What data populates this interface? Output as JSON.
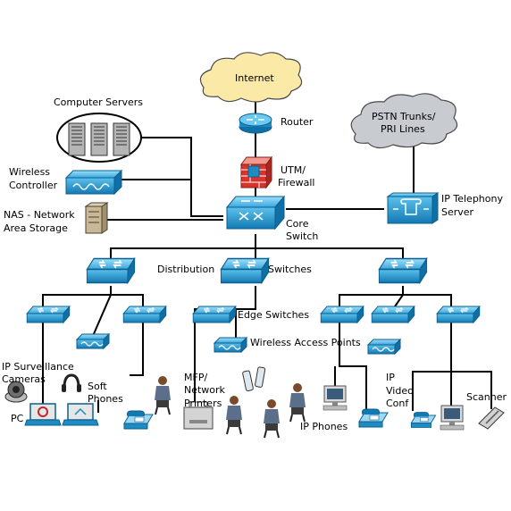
{
  "labels": {
    "internet": "Internet",
    "router": "Router",
    "pstn_1": "PSTN Trunks/",
    "pstn_2": "PRI Lines",
    "computer_servers": "Computer Servers",
    "wireless_1": "Wireless",
    "wireless_2": "Controller",
    "utm_1": "UTM/",
    "utm_2": "Firewall",
    "nas_1": "NAS - Network",
    "nas_2": "Area Storage",
    "core_1": "Core",
    "core_2": "Switch",
    "ipt_1": "IP Telephony",
    "ipt_2": "Server",
    "distribution": "Distribution",
    "switches": "Switches",
    "edge_switches": "Edge Switches",
    "wap": "Wireless Access Points",
    "ip_surv_1": "IP Surveillance",
    "ip_surv_2": "Cameras",
    "soft_1": "Soft",
    "soft_2": "Phones",
    "pc": "PC",
    "mfp_1": "MFP/",
    "mfp_2": "Network",
    "mfp_3": "Printers",
    "ip_phones": "IP Phones",
    "ipvc_1": "IP",
    "ipvc_2": "Video",
    "ipvc_3": "Conf",
    "scanner": "Scanner"
  },
  "colors": {
    "device_blue": "#1e8bc3",
    "device_dark": "#0b5f8e",
    "cloud_yellow": "#fbe9a8",
    "cloud_gray": "#c8ccd1",
    "firewall_red": "#d9342b"
  }
}
